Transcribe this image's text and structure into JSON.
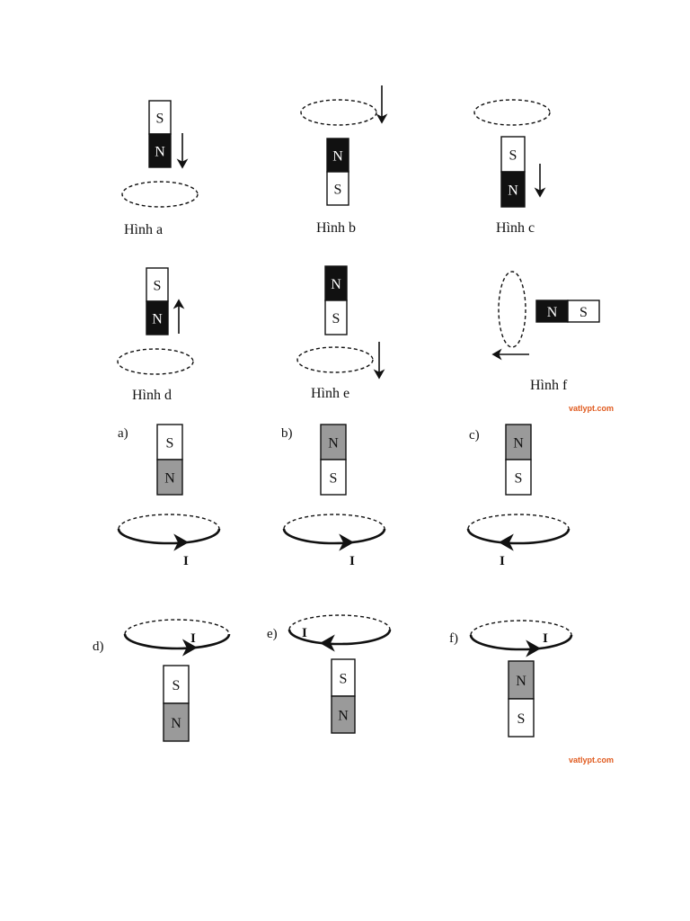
{
  "part1": {
    "captions": [
      "Hình a",
      "Hình b",
      "Hình c",
      "Hình d",
      "Hình e",
      "Hình f"
    ],
    "figures": [
      {
        "id": "a",
        "top_pole": "S",
        "bottom_pole": "N",
        "ring_position": "below",
        "motion": "down"
      },
      {
        "id": "b",
        "top_pole": "N",
        "bottom_pole": "S",
        "ring_position": "above",
        "motion": "down"
      },
      {
        "id": "c",
        "top_pole": "S",
        "bottom_pole": "N",
        "ring_position": "above",
        "motion": "down"
      },
      {
        "id": "d",
        "top_pole": "S",
        "bottom_pole": "N",
        "ring_position": "below",
        "motion": "up"
      },
      {
        "id": "e",
        "top_pole": "N",
        "bottom_pole": "S",
        "ring_position": "below",
        "motion": "down"
      },
      {
        "id": "f",
        "left_pole": "N",
        "right_pole": "S",
        "ring_position": "left",
        "motion": "left"
      }
    ]
  },
  "part2": {
    "labels": [
      "a)",
      "b)",
      "c)",
      "d)",
      "e)",
      "f)"
    ],
    "current_label": "I",
    "figures": [
      {
        "id": "a",
        "top_pole": "S",
        "bottom_pole": "N",
        "ring_position": "below",
        "current_direction": "right"
      },
      {
        "id": "b",
        "top_pole": "N",
        "bottom_pole": "S",
        "ring_position": "below",
        "current_direction": "right"
      },
      {
        "id": "c",
        "top_pole": "N",
        "bottom_pole": "S",
        "ring_position": "below",
        "current_direction": "left"
      },
      {
        "id": "d",
        "top_pole": "S",
        "bottom_pole": "N",
        "ring_position": "above",
        "current_direction": "right"
      },
      {
        "id": "e",
        "top_pole": "S",
        "bottom_pole": "N",
        "ring_position": "above",
        "current_direction": "left"
      },
      {
        "id": "f",
        "top_pole": "N",
        "bottom_pole": "S",
        "ring_position": "above",
        "current_direction": "right"
      }
    ]
  },
  "watermarks": [
    "vatlypt.com",
    "vatlypt.com"
  ],
  "colors": {
    "ink": "#111111",
    "north_part1": "#111111",
    "north_part2": "#9a9a9a",
    "watermark": "#e05a1e"
  }
}
